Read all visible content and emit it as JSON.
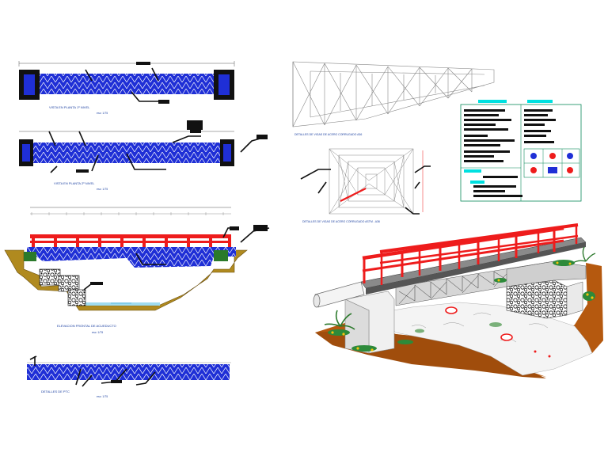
{
  "captions": {
    "plan1": "VISTA EN PLANTA 1º NIVEL",
    "plan2": "VISTA EN PLANTA 2º NIVEL",
    "elevation": "ELEVACION FRONTAL DE ACUEDUCTO",
    "detail": "DETALLES DE PTC",
    "truss": "DETALLES DE VIGAS DE ACERO CORRUGADO A36",
    "section": "DETALLES DE VIGAS DE ACERO CORRUGADO ASTM - A36"
  },
  "scale_label": "esc: 1/75",
  "colors": {
    "deck": "#1f2fd6",
    "rail": "#ee1c1c",
    "soil": "#a0661e",
    "ground": "#b5590f",
    "water": "#9fdcf0",
    "cyan": "#00e0e0",
    "legend_green": "#0a8a5a"
  }
}
